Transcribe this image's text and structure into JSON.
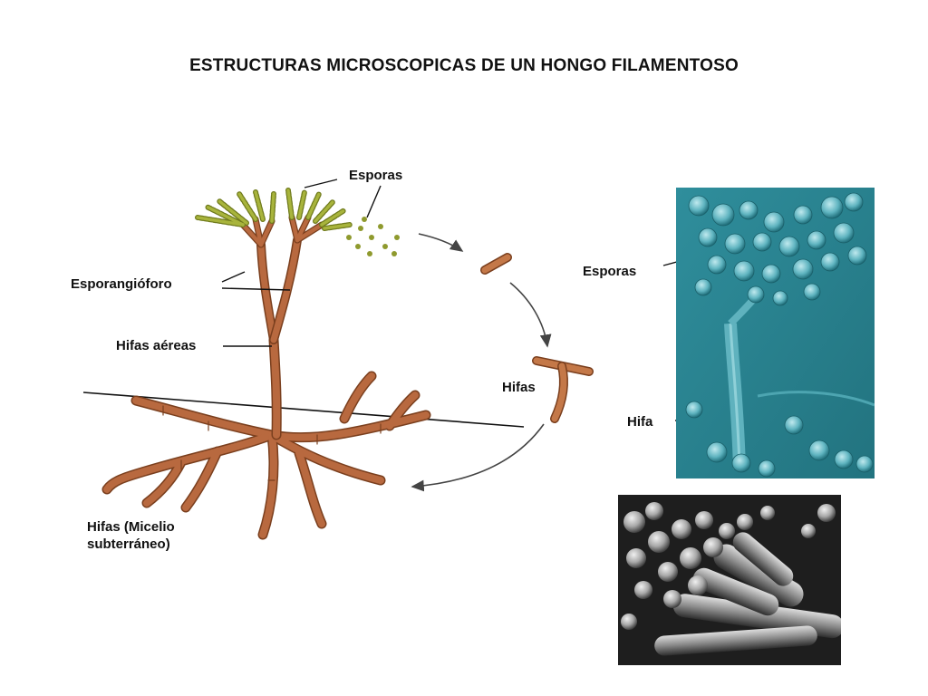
{
  "title": "ESTRUCTURAS MICROSCOPICAS DE UN HONGO FILAMENTOSO",
  "labels": {
    "esporas_top": "Esporas",
    "esporangioforo": "Esporangióforo",
    "hifas_aereas": "Hifas aéreas",
    "hifas_cycle": "Hifas",
    "micelio": "Hifas (Micelio subterráneo)",
    "esporas_photo": "Esporas",
    "hifa_photo": "Hifa"
  },
  "colors": {
    "hypha": "#b8693f",
    "hypha_dark": "#7a3f1e",
    "spore_green": "#8f9a2e",
    "micrograph_teal": "#2f8e9c",
    "sem_gray": "#3a3a3a"
  }
}
